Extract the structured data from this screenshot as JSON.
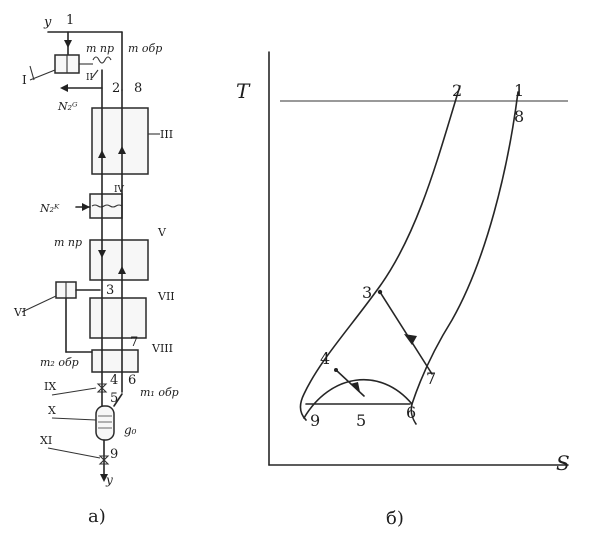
{
  "scheme": {
    "caption": "а)",
    "flow_labels": {
      "inlet_y": "y",
      "outlet_y": "y"
    },
    "stream_labels": {
      "m_pr_top": "m пр",
      "m_obr_top": "m обр",
      "m_pr_mid": "m пр",
      "m2_obr": "m₂ обр",
      "m1_obr": "m₁ обр",
      "g0": "g₀",
      "n2_top": "N₂ᴳ",
      "n2_mid": "N₂ᴷ"
    },
    "point_labels": [
      "1",
      "2",
      "8",
      "3",
      "7",
      "4",
      "5",
      "6",
      "9"
    ],
    "component_labels": [
      "I",
      "II",
      "III",
      "IV",
      "V",
      "VI",
      "VII",
      "VIII",
      "IX",
      "X",
      "XI"
    ]
  },
  "ts_diagram": {
    "caption": "б)",
    "axis_labels": {
      "y": "T",
      "x": "S"
    },
    "point_labels": [
      "1",
      "2",
      "3",
      "4",
      "5",
      "6",
      "7",
      "8",
      "9"
    ]
  }
}
